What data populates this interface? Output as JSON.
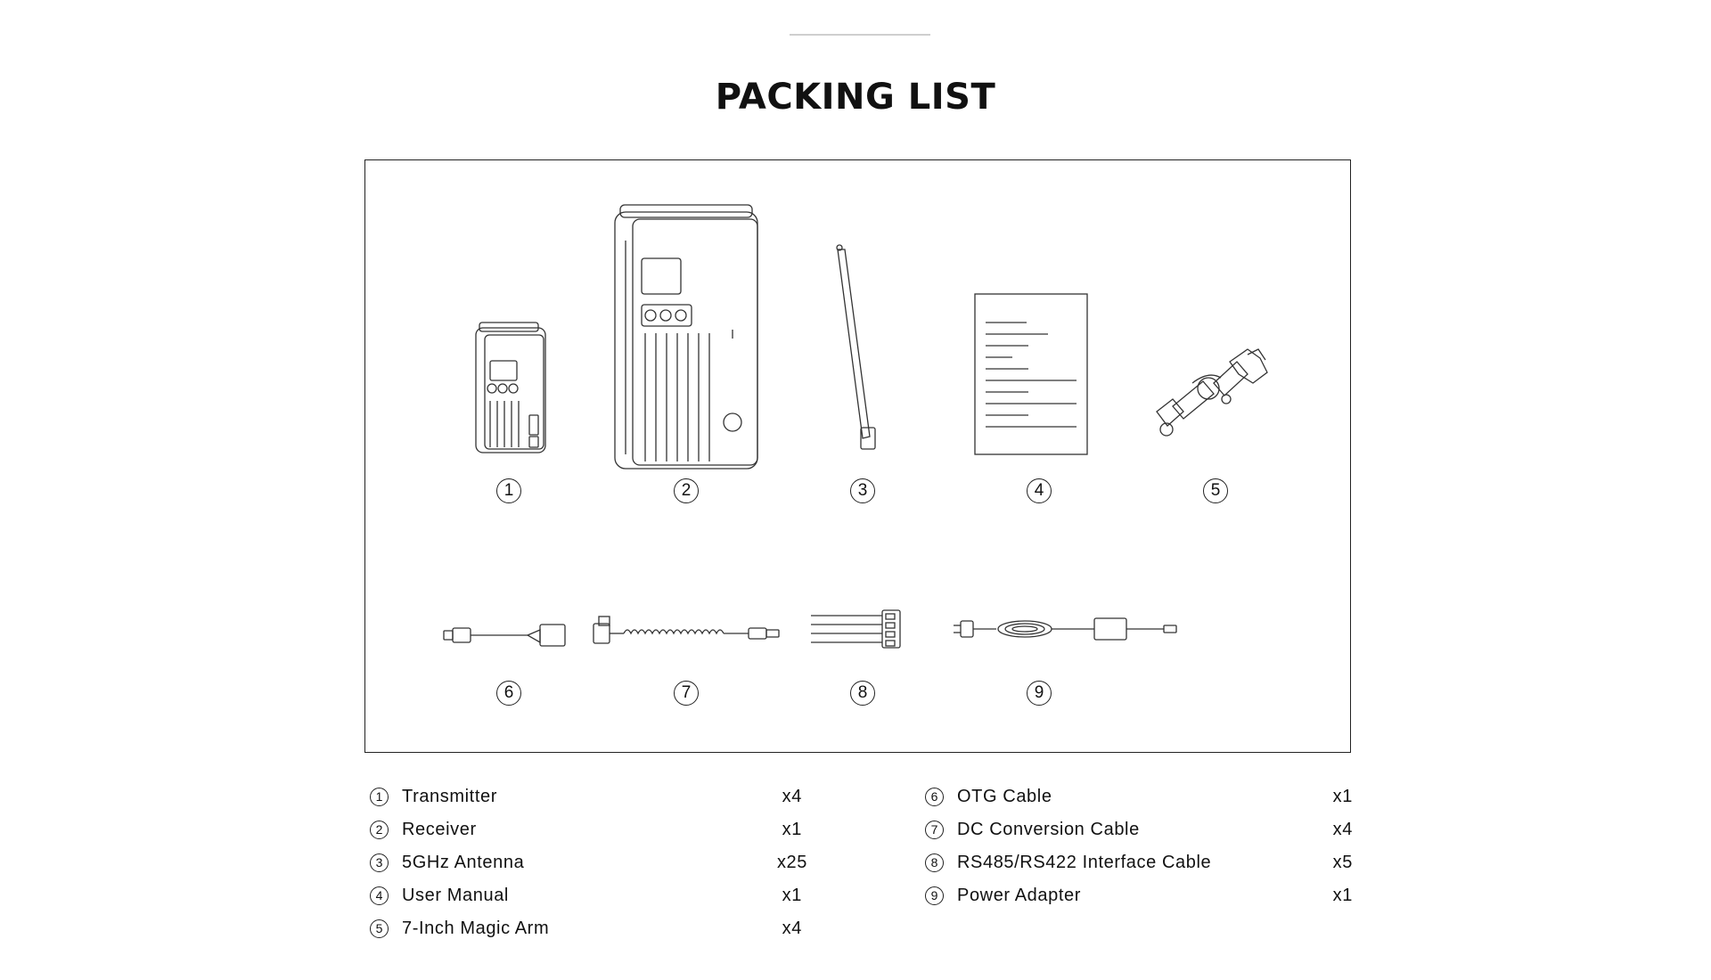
{
  "page": {
    "title": "PACKING LIST"
  },
  "figure": {
    "top_row_numbers": [
      "①",
      "②",
      "③",
      "④",
      "⑤"
    ],
    "bottom_row_numbers": [
      "⑥",
      "⑦",
      "⑧",
      "⑨"
    ],
    "items": [
      {
        "num": "①",
        "icon": "transmitter-icon"
      },
      {
        "num": "②",
        "icon": "receiver-icon"
      },
      {
        "num": "③",
        "icon": "antenna-icon"
      },
      {
        "num": "④",
        "icon": "user-manual-icon"
      },
      {
        "num": "⑤",
        "icon": "magic-arm-icon"
      },
      {
        "num": "⑥",
        "icon": "otg-cable-icon"
      },
      {
        "num": "⑦",
        "icon": "dc-conversion-cable-icon"
      },
      {
        "num": "⑧",
        "icon": "interface-cable-icon"
      },
      {
        "num": "⑨",
        "icon": "power-adapter-icon"
      }
    ]
  },
  "list": {
    "left": [
      {
        "num": "①",
        "name": "Transmitter",
        "qty": "x4"
      },
      {
        "num": "②",
        "name": "Receiver",
        "qty": "x1"
      },
      {
        "num": "③",
        "name": "5GHz Antenna",
        "qty": "x25"
      },
      {
        "num": "④",
        "name": "User Manual",
        "qty": "x1"
      },
      {
        "num": "⑤",
        "name": "7-Inch Magic Arm",
        "qty": "x4"
      }
    ],
    "right": [
      {
        "num": "⑥",
        "name": "OTG Cable",
        "qty": "x1"
      },
      {
        "num": "⑦",
        "name": "DC Conversion Cable",
        "qty": "x4"
      },
      {
        "num": "⑧",
        "name": "RS485/RS422 Interface Cable",
        "qty": "x5"
      },
      {
        "num": "⑨",
        "name": "Power Adapter",
        "qty": "x1"
      }
    ]
  }
}
